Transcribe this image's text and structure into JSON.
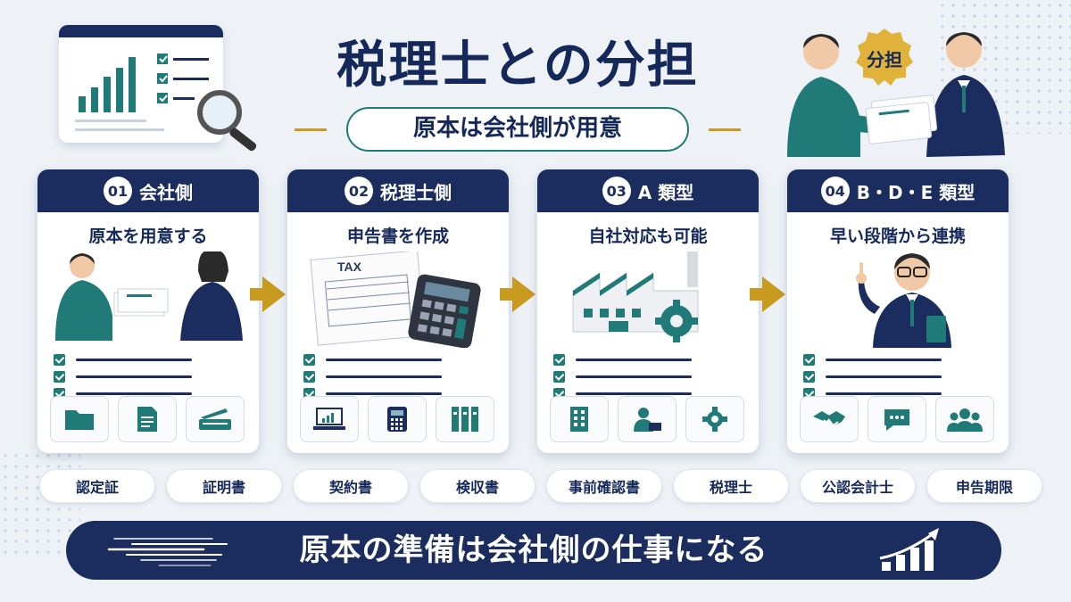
{
  "header": {
    "title": "税理士との分担",
    "subtitle": "原本は会社側が用意",
    "badge": "分担"
  },
  "cards": [
    {
      "number": "01",
      "title": "会社側",
      "subtitle": "原本を用意する"
    },
    {
      "number": "02",
      "title": "税理士側",
      "subtitle": "申告書を作成",
      "tax_label": "TAX"
    },
    {
      "number": "03",
      "title": "A 類型",
      "subtitle": "自社対応も可能"
    },
    {
      "number": "04",
      "title": "B・D・E 類型",
      "subtitle": "早い段階から連携"
    }
  ],
  "pills": [
    "認定証",
    "証明書",
    "契約書",
    "検収書",
    "事前確認書",
    "税理士",
    "公認会計士",
    "申告期限"
  ],
  "footer": {
    "message": "原本の準備は会社側の仕事になる"
  },
  "colors": {
    "navy": "#1b2c5e",
    "teal": "#1f7a78",
    "gold": "#c89a1e"
  }
}
